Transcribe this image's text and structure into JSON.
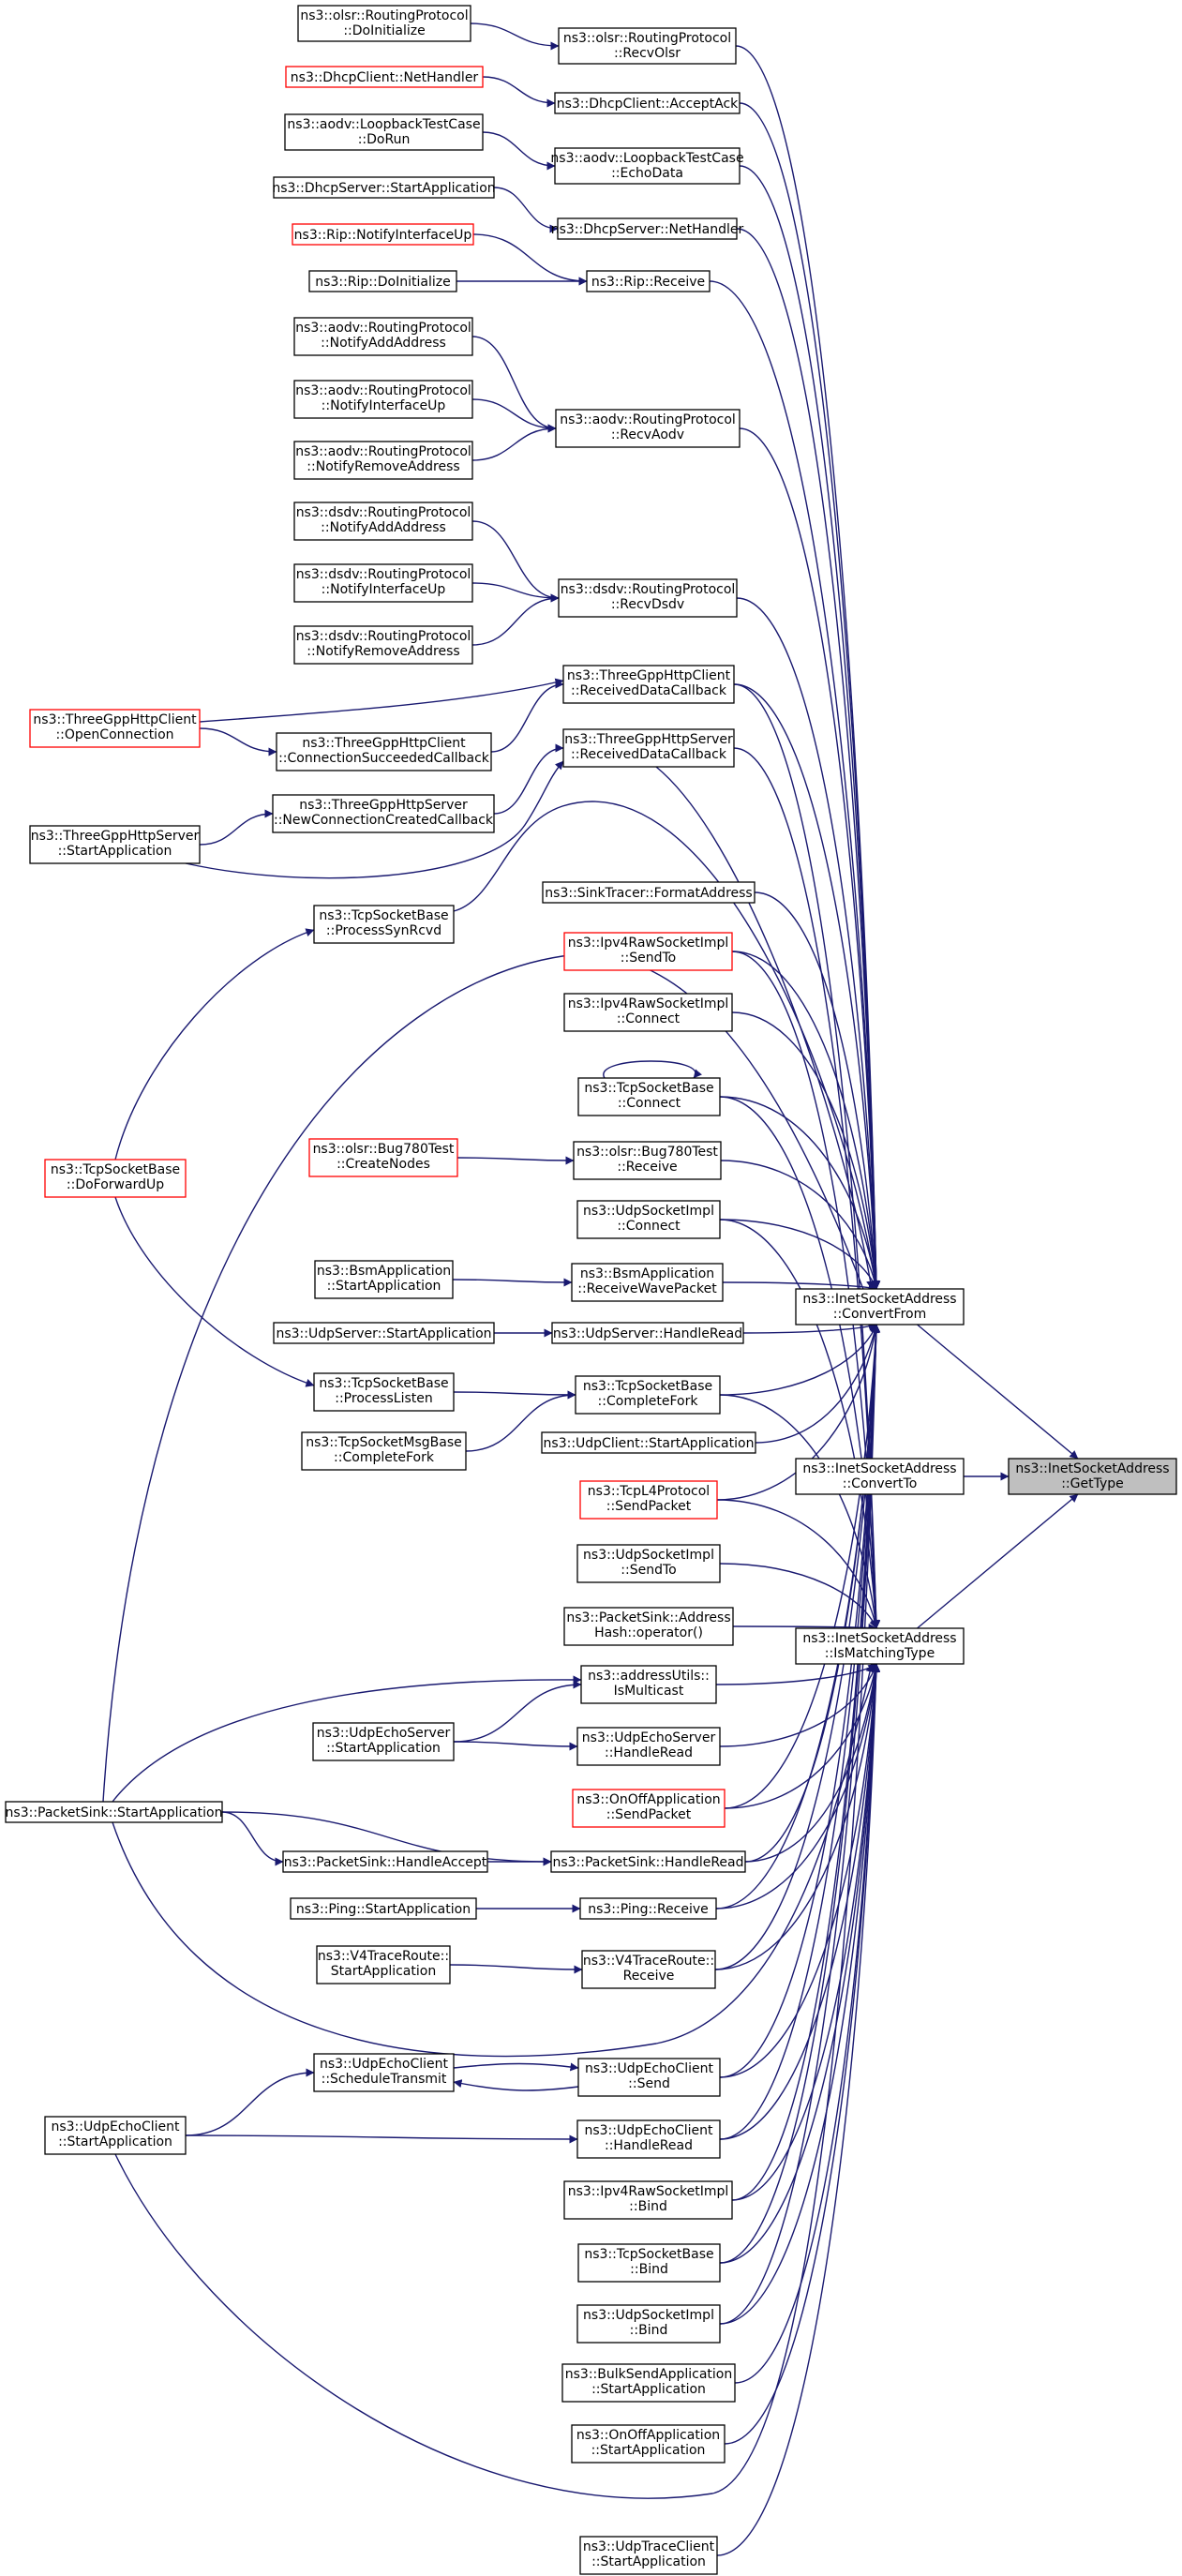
{
  "graph": {
    "nodes": [
      {
        "id": "n_get_type",
        "lines": [
          "ns3::InetSocketAddress",
          "::GetType"
        ],
        "style": "target"
      },
      {
        "id": "n_convert_from",
        "lines": [
          "ns3::InetSocketAddress",
          "::ConvertFrom"
        ],
        "style": "normal"
      },
      {
        "id": "n_convert_to",
        "lines": [
          "ns3::InetSocketAddress",
          "::ConvertTo"
        ],
        "style": "normal"
      },
      {
        "id": "n_is_matching_type",
        "lines": [
          "ns3::InetSocketAddress",
          "::IsMatchingType"
        ],
        "style": "normal"
      },
      {
        "id": "n_olsr_recv",
        "lines": [
          "ns3::olsr::RoutingProtocol",
          "::RecvOlsr"
        ],
        "style": "normal"
      },
      {
        "id": "n_olsr_doinit",
        "lines": [
          "ns3::olsr::RoutingProtocol",
          "::DoInitialize"
        ],
        "style": "normal"
      },
      {
        "id": "n_dhcpc_accept",
        "lines": [
          "ns3::DhcpClient::AcceptAck"
        ],
        "style": "normal"
      },
      {
        "id": "n_dhcpc_nethandler",
        "lines": [
          "ns3::DhcpClient::NetHandler"
        ],
        "style": "red"
      },
      {
        "id": "n_aodv_echodata",
        "lines": [
          "ns3::aodv::LoopbackTestCase",
          "::EchoData"
        ],
        "style": "normal"
      },
      {
        "id": "n_aodv_dorun",
        "lines": [
          "ns3::aodv::LoopbackTestCase",
          "::DoRun"
        ],
        "style": "normal"
      },
      {
        "id": "n_dhcps_nethandler",
        "lines": [
          "ns3::DhcpServer::NetHandler"
        ],
        "style": "normal"
      },
      {
        "id": "n_dhcps_start",
        "lines": [
          "ns3::DhcpServer::StartApplication"
        ],
        "style": "normal"
      },
      {
        "id": "n_rip_receive",
        "lines": [
          "ns3::Rip::Receive"
        ],
        "style": "normal"
      },
      {
        "id": "n_rip_notify",
        "lines": [
          "ns3::Rip::NotifyInterfaceUp"
        ],
        "style": "red"
      },
      {
        "id": "n_rip_doinit",
        "lines": [
          "ns3::Rip::DoInitialize"
        ],
        "style": "normal"
      },
      {
        "id": "n_aodv_recv",
        "lines": [
          "ns3::aodv::RoutingProtocol",
          "::RecvAodv"
        ],
        "style": "normal"
      },
      {
        "id": "n_aodv_addaddr",
        "lines": [
          "ns3::aodv::RoutingProtocol",
          "::NotifyAddAddress"
        ],
        "style": "normal"
      },
      {
        "id": "n_aodv_ifup",
        "lines": [
          "ns3::aodv::RoutingProtocol",
          "::NotifyInterfaceUp"
        ],
        "style": "normal"
      },
      {
        "id": "n_aodv_rmaddr",
        "lines": [
          "ns3::aodv::RoutingProtocol",
          "::NotifyRemoveAddress"
        ],
        "style": "normal"
      },
      {
        "id": "n_dsdv_recv",
        "lines": [
          "ns3::dsdv::RoutingProtocol",
          "::RecvDsdv"
        ],
        "style": "normal"
      },
      {
        "id": "n_dsdv_addaddr",
        "lines": [
          "ns3::dsdv::RoutingProtocol",
          "::NotifyAddAddress"
        ],
        "style": "normal"
      },
      {
        "id": "n_dsdv_ifup",
        "lines": [
          "ns3::dsdv::RoutingProtocol",
          "::NotifyInterfaceUp"
        ],
        "style": "normal"
      },
      {
        "id": "n_dsdv_rmaddr",
        "lines": [
          "ns3::dsdv::RoutingProtocol",
          "::NotifyRemoveAddress"
        ],
        "style": "normal"
      },
      {
        "id": "n_httpc_recv",
        "lines": [
          "ns3::ThreeGppHttpClient",
          "::ReceivedDataCallback"
        ],
        "style": "normal"
      },
      {
        "id": "n_httpc_open",
        "lines": [
          "ns3::ThreeGppHttpClient",
          "::OpenConnection"
        ],
        "style": "red"
      },
      {
        "id": "n_httpc_connsucc",
        "lines": [
          "ns3::ThreeGppHttpClient",
          "::ConnectionSucceededCallback"
        ],
        "style": "normal"
      },
      {
        "id": "n_https_recv",
        "lines": [
          "ns3::ThreeGppHttpServer",
          "::ReceivedDataCallback"
        ],
        "style": "normal"
      },
      {
        "id": "n_https_newconn",
        "lines": [
          "ns3::ThreeGppHttpServer",
          "::NewConnectionCreatedCallback"
        ],
        "style": "normal"
      },
      {
        "id": "n_https_start",
        "lines": [
          "ns3::ThreeGppHttpServer",
          "::StartApplication"
        ],
        "style": "normal"
      },
      {
        "id": "n_tcp_synrcvd",
        "lines": [
          "ns3::TcpSocketBase",
          "::ProcessSynRcvd"
        ],
        "style": "normal"
      },
      {
        "id": "n_sinktracer",
        "lines": [
          "ns3::SinkTracer::FormatAddress"
        ],
        "style": "normal"
      },
      {
        "id": "n_ipv4raw_sendto",
        "lines": [
          "ns3::Ipv4RawSocketImpl",
          "::SendTo"
        ],
        "style": "red"
      },
      {
        "id": "n_ipv4raw_connect",
        "lines": [
          "ns3::Ipv4RawSocketImpl",
          "::Connect"
        ],
        "style": "normal"
      },
      {
        "id": "n_tcp_connect",
        "lines": [
          "ns3::TcpSocketBase",
          "::Connect"
        ],
        "style": "normal"
      },
      {
        "id": "n_olsr_bugrecv",
        "lines": [
          "ns3::olsr::Bug780Test",
          "::Receive"
        ],
        "style": "normal"
      },
      {
        "id": "n_olsr_bugcreate",
        "lines": [
          "ns3::olsr::Bug780Test",
          "::CreateNodes"
        ],
        "style": "red"
      },
      {
        "id": "n_tcp_doforwardup",
        "lines": [
          "ns3::TcpSocketBase",
          "::DoForwardUp"
        ],
        "style": "red"
      },
      {
        "id": "n_udp_connect",
        "lines": [
          "ns3::UdpSocketImpl",
          "::Connect"
        ],
        "style": "normal"
      },
      {
        "id": "n_bsm_recv",
        "lines": [
          "ns3::BsmApplication",
          "::ReceiveWavePacket"
        ],
        "style": "normal"
      },
      {
        "id": "n_bsm_start",
        "lines": [
          "ns3::BsmApplication",
          "::StartApplication"
        ],
        "style": "normal"
      },
      {
        "id": "n_udpserver_handle",
        "lines": [
          "ns3::UdpServer::HandleRead"
        ],
        "style": "normal"
      },
      {
        "id": "n_udpserver_start",
        "lines": [
          "ns3::UdpServer::StartApplication"
        ],
        "style": "normal"
      },
      {
        "id": "n_tcp_completefork",
        "lines": [
          "ns3::TcpSocketBase",
          "::CompleteFork"
        ],
        "style": "normal"
      },
      {
        "id": "n_tcp_listen",
        "lines": [
          "ns3::TcpSocketBase",
          "::ProcessListen"
        ],
        "style": "normal"
      },
      {
        "id": "n_tcpmsg_fork",
        "lines": [
          "ns3::TcpSocketMsgBase",
          "::CompleteFork"
        ],
        "style": "normal"
      },
      {
        "id": "n_udpclient_start",
        "lines": [
          "ns3::UdpClient::StartApplication"
        ],
        "style": "normal"
      },
      {
        "id": "n_tcpl4_send",
        "lines": [
          "ns3::TcpL4Protocol",
          "::SendPacket"
        ],
        "style": "red"
      },
      {
        "id": "n_udp_sendto",
        "lines": [
          "ns3::UdpSocketImpl",
          "::SendTo"
        ],
        "style": "normal"
      },
      {
        "id": "n_packetsink_hash",
        "lines": [
          "ns3::PacketSink::Address",
          "Hash::operator()"
        ],
        "style": "normal"
      },
      {
        "id": "n_addrutils_mc",
        "lines": [
          "ns3::addressUtils::",
          "IsMulticast"
        ],
        "style": "normal"
      },
      {
        "id": "n_udpecho_server_start",
        "lines": [
          "ns3::UdpEchoServer",
          "::StartApplication"
        ],
        "style": "normal"
      },
      {
        "id": "n_udpecho_server_handle",
        "lines": [
          "ns3::UdpEchoServer",
          "::HandleRead"
        ],
        "style": "normal"
      },
      {
        "id": "n_onoff_send",
        "lines": [
          "ns3::OnOffApplication",
          "::SendPacket"
        ],
        "style": "red"
      },
      {
        "id": "n_packetsink_start",
        "lines": [
          "ns3::PacketSink::StartApplication"
        ],
        "style": "normal"
      },
      {
        "id": "n_packetsink_accept",
        "lines": [
          "ns3::PacketSink::HandleAccept"
        ],
        "style": "normal"
      },
      {
        "id": "n_packetsink_handle",
        "lines": [
          "ns3::PacketSink::HandleRead"
        ],
        "style": "normal"
      },
      {
        "id": "n_ping_start",
        "lines": [
          "ns3::Ping::StartApplication"
        ],
        "style": "normal"
      },
      {
        "id": "n_ping_receive",
        "lines": [
          "ns3::Ping::Receive"
        ],
        "style": "normal"
      },
      {
        "id": "n_v4trace_start",
        "lines": [
          "ns3::V4TraceRoute::",
          "StartApplication"
        ],
        "style": "normal"
      },
      {
        "id": "n_v4trace_recv",
        "lines": [
          "ns3::V4TraceRoute::",
          "Receive"
        ],
        "style": "normal"
      },
      {
        "id": "n_udpecho_client_sched",
        "lines": [
          "ns3::UdpEchoClient",
          "::ScheduleTransmit"
        ],
        "style": "normal"
      },
      {
        "id": "n_udpecho_client_send",
        "lines": [
          "ns3::UdpEchoClient",
          "::Send"
        ],
        "style": "normal"
      },
      {
        "id": "n_udpecho_client_start",
        "lines": [
          "ns3::UdpEchoClient",
          "::StartApplication"
        ],
        "style": "normal"
      },
      {
        "id": "n_udpecho_client_handle",
        "lines": [
          "ns3::UdpEchoClient",
          "::HandleRead"
        ],
        "style": "normal"
      },
      {
        "id": "n_ipv4raw_bind",
        "lines": [
          "ns3::Ipv4RawSocketImpl",
          "::Bind"
        ],
        "style": "normal"
      },
      {
        "id": "n_tcp_bind",
        "lines": [
          "ns3::TcpSocketBase",
          "::Bind"
        ],
        "style": "normal"
      },
      {
        "id": "n_udp_bind",
        "lines": [
          "ns3::UdpSocketImpl",
          "::Bind"
        ],
        "style": "normal"
      },
      {
        "id": "n_bulksend_start",
        "lines": [
          "ns3::BulkSendApplication",
          "::StartApplication"
        ],
        "style": "normal"
      },
      {
        "id": "n_onoff_start",
        "lines": [
          "ns3::OnOffApplication",
          "::StartApplication"
        ],
        "style": "normal"
      },
      {
        "id": "n_udptrace_start",
        "lines": [
          "ns3::UdpTraceClient",
          "::StartApplication"
        ],
        "style": "normal"
      }
    ],
    "edges": [
      [
        "n_convert_from",
        "n_get_type"
      ],
      [
        "n_convert_to",
        "n_get_type"
      ],
      [
        "n_is_matching_type",
        "n_get_type"
      ],
      [
        "n_olsr_doinit",
        "n_olsr_recv"
      ],
      [
        "n_olsr_recv",
        "n_convert_from"
      ],
      [
        "n_dhcpc_nethandler",
        "n_dhcpc_accept"
      ],
      [
        "n_dhcpc_accept",
        "n_convert_from"
      ],
      [
        "n_aodv_dorun",
        "n_aodv_echodata"
      ],
      [
        "n_aodv_echodata",
        "n_convert_from"
      ],
      [
        "n_dhcps_start",
        "n_dhcps_nethandler"
      ],
      [
        "n_dhcps_nethandler",
        "n_convert_from"
      ],
      [
        "n_rip_notify",
        "n_rip_receive"
      ],
      [
        "n_rip_doinit",
        "n_rip_receive"
      ],
      [
        "n_rip_receive",
        "n_convert_from"
      ],
      [
        "n_aodv_addaddr",
        "n_aodv_recv"
      ],
      [
        "n_aodv_ifup",
        "n_aodv_recv"
      ],
      [
        "n_aodv_rmaddr",
        "n_aodv_recv"
      ],
      [
        "n_aodv_recv",
        "n_convert_from"
      ],
      [
        "n_dsdv_addaddr",
        "n_dsdv_recv"
      ],
      [
        "n_dsdv_ifup",
        "n_dsdv_recv"
      ],
      [
        "n_dsdv_rmaddr",
        "n_dsdv_recv"
      ],
      [
        "n_dsdv_recv",
        "n_convert_from"
      ],
      [
        "n_httpc_open",
        "n_httpc_recv"
      ],
      [
        "n_httpc_open",
        "n_httpc_connsucc"
      ],
      [
        "n_httpc_connsucc",
        "n_httpc_recv"
      ],
      [
        "n_httpc_recv",
        "n_convert_from"
      ],
      [
        "n_httpc_recv",
        "n_is_matching_type"
      ],
      [
        "n_https_newconn",
        "n_https_recv"
      ],
      [
        "n_https_start",
        "n_https_newconn"
      ],
      [
        "n_https_start",
        "n_https_recv"
      ],
      [
        "n_https_recv",
        "n_convert_from"
      ],
      [
        "n_https_recv",
        "n_is_matching_type"
      ],
      [
        "n_tcp_doforwardup",
        "n_tcp_synrcvd"
      ],
      [
        "n_tcp_synrcvd",
        "n_convert_from"
      ],
      [
        "n_sinktracer",
        "n_convert_from"
      ],
      [
        "n_ipv4raw_sendto",
        "n_convert_from"
      ],
      [
        "n_ipv4raw_sendto",
        "n_is_matching_type"
      ],
      [
        "n_ipv4raw_connect",
        "n_convert_from"
      ],
      [
        "n_tcp_connect",
        "n_tcp_connect"
      ],
      [
        "n_tcp_connect",
        "n_convert_from"
      ],
      [
        "n_tcp_connect",
        "n_is_matching_type"
      ],
      [
        "n_olsr_bugcreate",
        "n_olsr_bugrecv"
      ],
      [
        "n_olsr_bugrecv",
        "n_convert_from"
      ],
      [
        "n_udp_connect",
        "n_convert_from"
      ],
      [
        "n_udp_connect",
        "n_is_matching_type"
      ],
      [
        "n_bsm_start",
        "n_bsm_recv"
      ],
      [
        "n_bsm_recv",
        "n_convert_from"
      ],
      [
        "n_udpserver_start",
        "n_udpserver_handle"
      ],
      [
        "n_udpserver_handle",
        "n_convert_from"
      ],
      [
        "n_tcp_doforwardup",
        "n_tcp_listen"
      ],
      [
        "n_tcp_listen",
        "n_tcp_completefork"
      ],
      [
        "n_tcpmsg_fork",
        "n_tcp_completefork"
      ],
      [
        "n_tcp_completefork",
        "n_convert_from"
      ],
      [
        "n_tcp_completefork",
        "n_is_matching_type"
      ],
      [
        "n_udpclient_start",
        "n_convert_from"
      ],
      [
        "n_tcpl4_send",
        "n_convert_from"
      ],
      [
        "n_tcpl4_send",
        "n_is_matching_type"
      ],
      [
        "n_udp_sendto",
        "n_is_matching_type"
      ],
      [
        "n_packetsink_hash",
        "n_is_matching_type"
      ],
      [
        "n_packetsink_start",
        "n_addrutils_mc"
      ],
      [
        "n_udpecho_server_start",
        "n_addrutils_mc"
      ],
      [
        "n_addrutils_mc",
        "n_is_matching_type"
      ],
      [
        "n_udpecho_server_start",
        "n_udpecho_server_handle"
      ],
      [
        "n_udpecho_server_handle",
        "n_is_matching_type"
      ],
      [
        "n_onoff_send",
        "n_convert_from"
      ],
      [
        "n_onoff_send",
        "n_is_matching_type"
      ],
      [
        "n_packetsink_start",
        "n_packetsink_accept"
      ],
      [
        "n_packetsink_start",
        "n_packetsink_handle"
      ],
      [
        "n_packetsink_accept",
        "n_packetsink_handle"
      ],
      [
        "n_packetsink_handle",
        "n_convert_from"
      ],
      [
        "n_packetsink_handle",
        "n_is_matching_type"
      ],
      [
        "n_packetsink_start",
        "n_convert_from"
      ],
      [
        "n_packetsink_start",
        "n_is_matching_type"
      ],
      [
        "n_ping_start",
        "n_ping_receive"
      ],
      [
        "n_ping_receive",
        "n_convert_from"
      ],
      [
        "n_ping_receive",
        "n_is_matching_type"
      ],
      [
        "n_v4trace_start",
        "n_v4trace_recv"
      ],
      [
        "n_v4trace_recv",
        "n_convert_from"
      ],
      [
        "n_v4trace_recv",
        "n_is_matching_type"
      ],
      [
        "n_udpecho_client_send",
        "n_udpecho_client_sched"
      ],
      [
        "n_udpecho_client_sched",
        "n_udpecho_client_send"
      ],
      [
        "n_udpecho_client_start",
        "n_udpecho_client_sched"
      ],
      [
        "n_udpecho_client_start",
        "n_udpecho_client_handle"
      ],
      [
        "n_udpecho_client_send",
        "n_convert_from"
      ],
      [
        "n_udpecho_client_send",
        "n_is_matching_type"
      ],
      [
        "n_udpecho_client_handle",
        "n_convert_from"
      ],
      [
        "n_udpecho_client_handle",
        "n_is_matching_type"
      ],
      [
        "n_udpecho_client_start",
        "n_convert_from"
      ],
      [
        "n_ipv4raw_bind",
        "n_convert_from"
      ],
      [
        "n_ipv4raw_bind",
        "n_is_matching_type"
      ],
      [
        "n_tcp_bind",
        "n_convert_from"
      ],
      [
        "n_tcp_bind",
        "n_is_matching_type"
      ],
      [
        "n_udp_bind",
        "n_convert_from"
      ],
      [
        "n_udp_bind",
        "n_is_matching_type"
      ],
      [
        "n_bulksend_start",
        "n_is_matching_type"
      ],
      [
        "n_onoff_start",
        "n_is_matching_type"
      ],
      [
        "n_udptrace_start",
        "n_is_matching_type"
      ]
    ]
  }
}
